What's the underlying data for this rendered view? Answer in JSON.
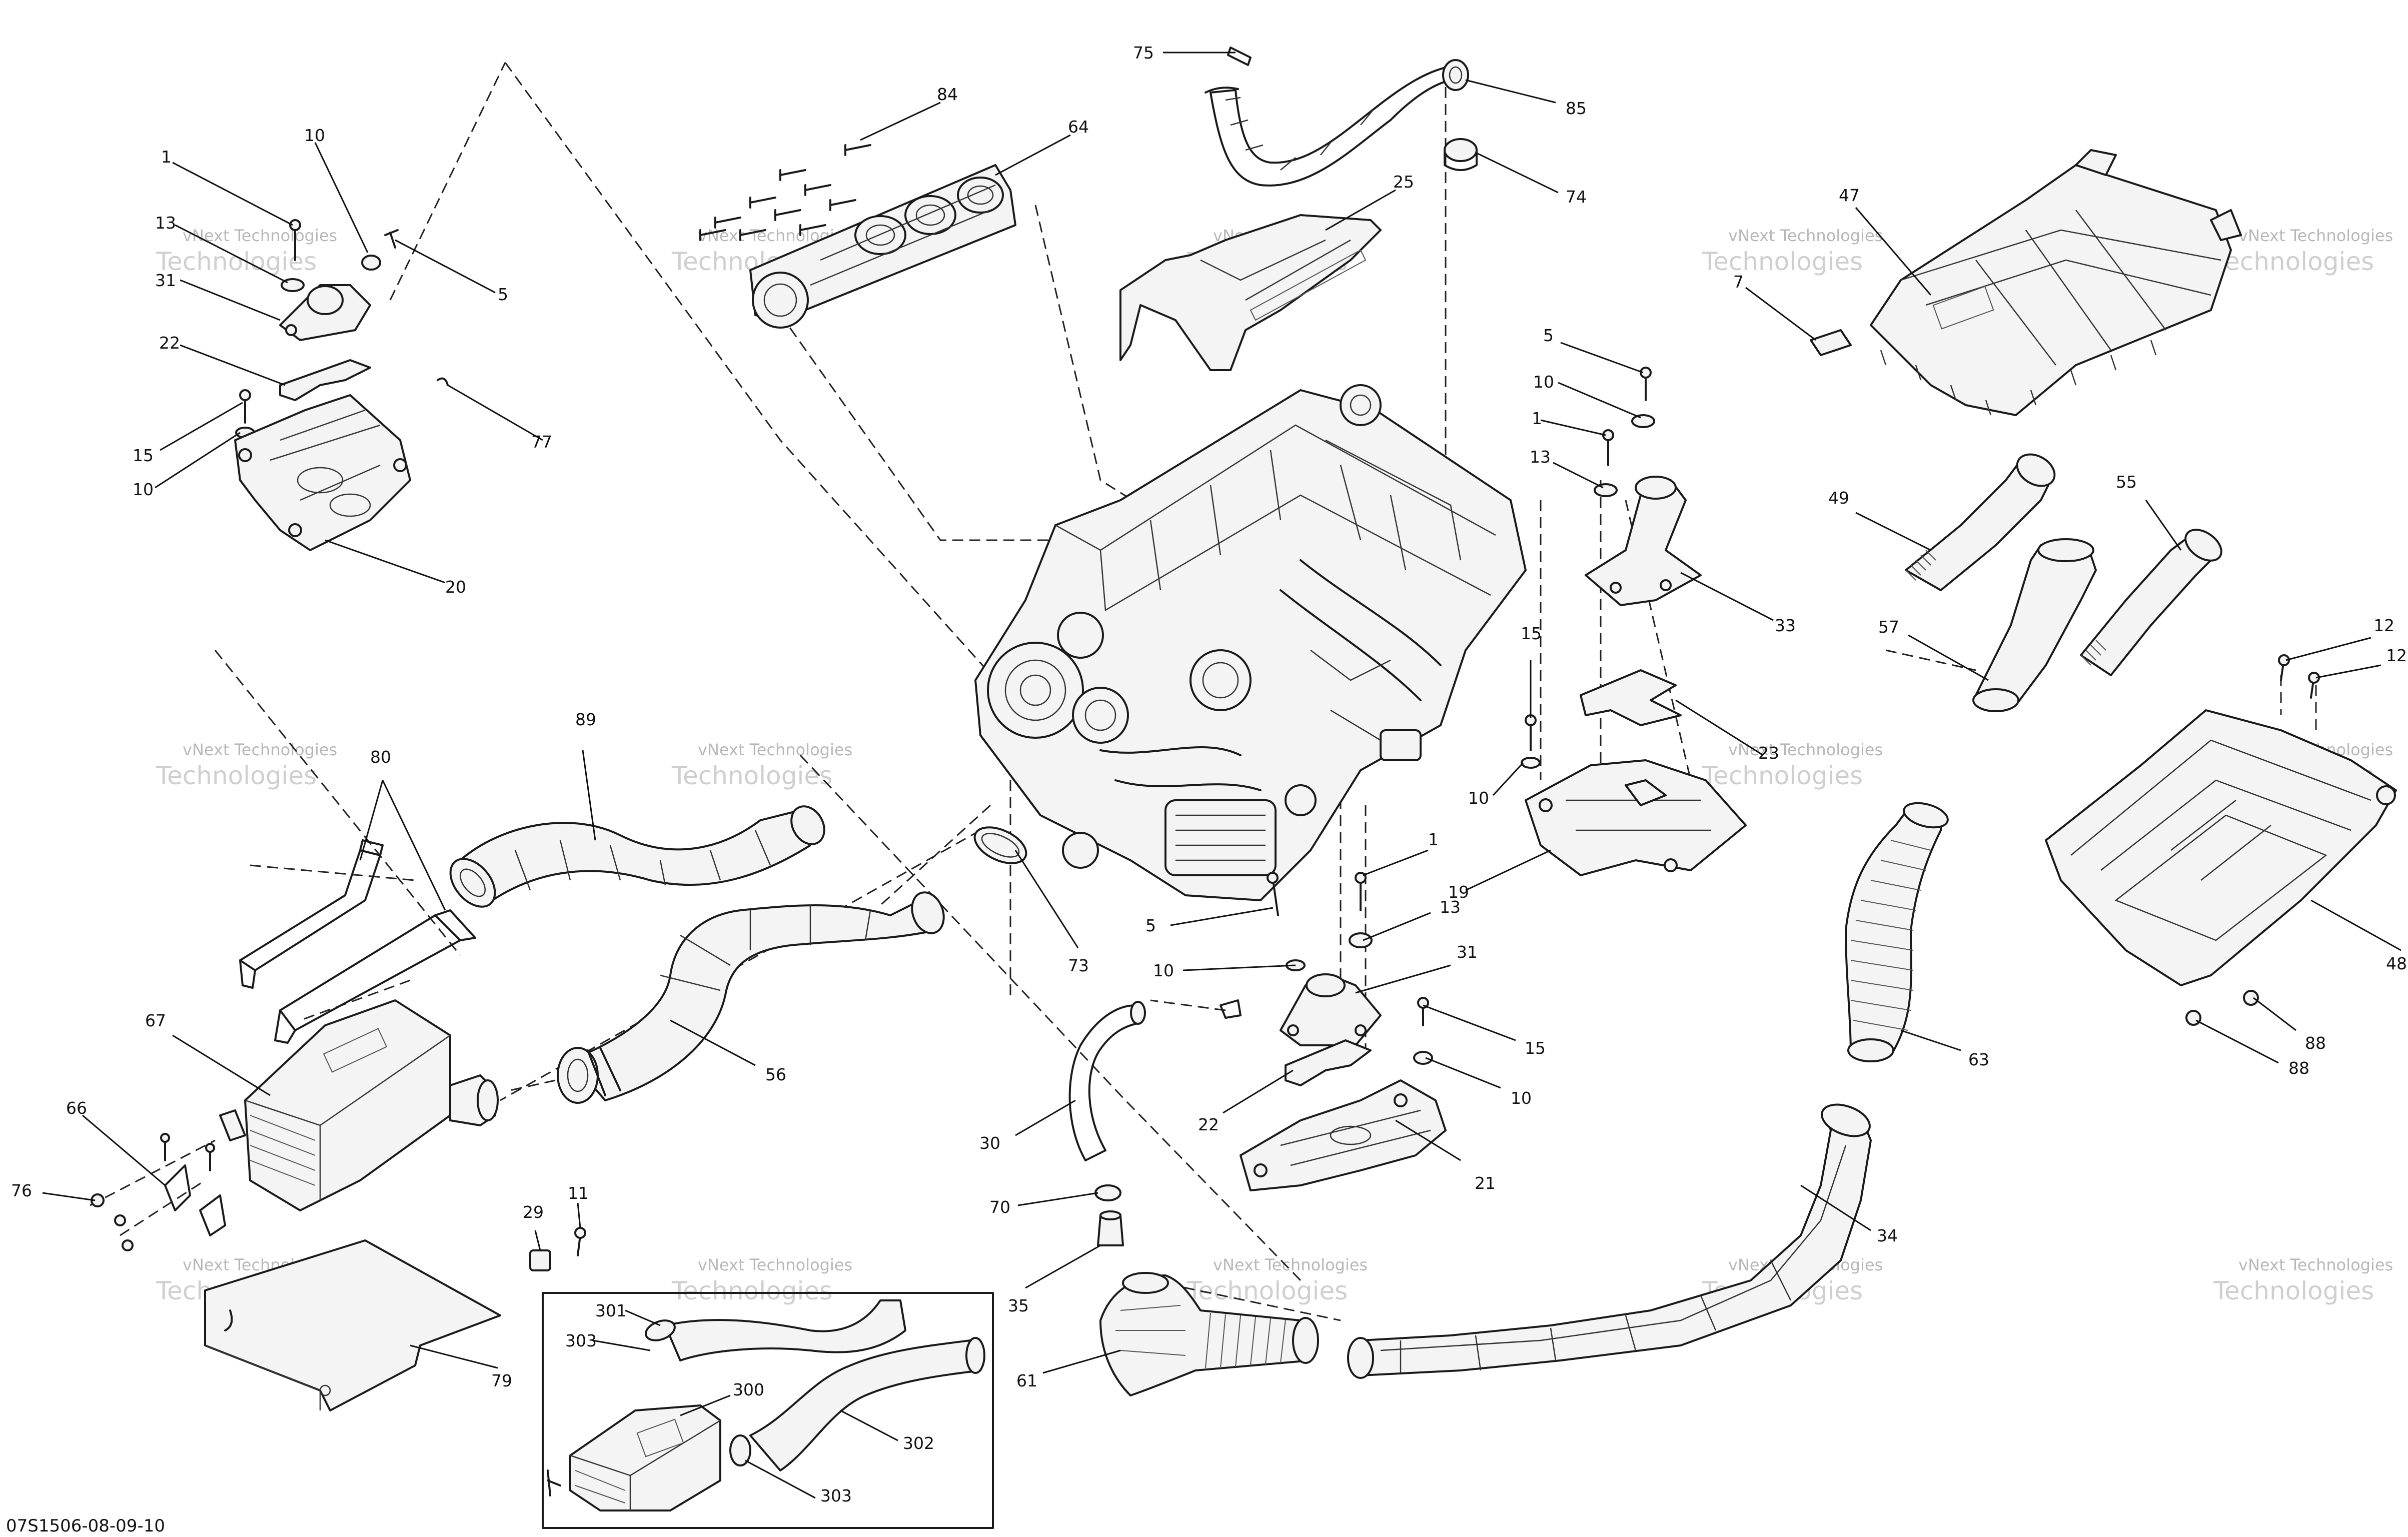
{
  "figure_code": "07S1506-08-09-10",
  "watermark": {
    "line1": "vNext Technologies",
    "line2": "Technologies"
  },
  "callouts": [
    {
      "id": "c75",
      "label": "75"
    },
    {
      "id": "c85",
      "label": "85"
    },
    {
      "id": "c74",
      "label": "74"
    },
    {
      "id": "c84",
      "label": "84"
    },
    {
      "id": "c64",
      "label": "64"
    },
    {
      "id": "c25",
      "label": "25"
    },
    {
      "id": "c1a",
      "label": "1"
    },
    {
      "id": "c10a",
      "label": "10"
    },
    {
      "id": "c13a",
      "label": "13"
    },
    {
      "id": "c31a",
      "label": "31"
    },
    {
      "id": "c5a",
      "label": "5"
    },
    {
      "id": "c22a",
      "label": "22"
    },
    {
      "id": "c77",
      "label": "77"
    },
    {
      "id": "c15a",
      "label": "15"
    },
    {
      "id": "c10b",
      "label": "10"
    },
    {
      "id": "c20",
      "label": "20"
    },
    {
      "id": "c47",
      "label": "47"
    },
    {
      "id": "c7",
      "label": "7"
    },
    {
      "id": "c5b",
      "label": "5"
    },
    {
      "id": "c10c",
      "label": "10"
    },
    {
      "id": "c1b",
      "label": "1"
    },
    {
      "id": "c13b",
      "label": "13"
    },
    {
      "id": "c33",
      "label": "33"
    },
    {
      "id": "c49",
      "label": "49"
    },
    {
      "id": "c55",
      "label": "55"
    },
    {
      "id": "c57",
      "label": "57"
    },
    {
      "id": "c12a",
      "label": "12"
    },
    {
      "id": "c12b",
      "label": "12"
    },
    {
      "id": "c15b",
      "label": "15"
    },
    {
      "id": "c23",
      "label": "23"
    },
    {
      "id": "c10d",
      "label": "10"
    },
    {
      "id": "c19",
      "label": "19"
    },
    {
      "id": "c48",
      "label": "48"
    },
    {
      "id": "c89",
      "label": "89"
    },
    {
      "id": "c80",
      "label": "80"
    },
    {
      "id": "c73",
      "label": "73"
    },
    {
      "id": "c1c",
      "label": "1"
    },
    {
      "id": "c5c",
      "label": "5"
    },
    {
      "id": "c10e",
      "label": "10"
    },
    {
      "id": "c13c",
      "label": "13"
    },
    {
      "id": "c31b",
      "label": "31"
    },
    {
      "id": "c15c",
      "label": "15"
    },
    {
      "id": "c10f",
      "label": "10"
    },
    {
      "id": "c22b",
      "label": "22"
    },
    {
      "id": "c21",
      "label": "21"
    },
    {
      "id": "c67",
      "label": "67"
    },
    {
      "id": "c56",
      "label": "56"
    },
    {
      "id": "c66",
      "label": "66"
    },
    {
      "id": "c76",
      "label": "76"
    },
    {
      "id": "c30",
      "label": "30"
    },
    {
      "id": "c63",
      "label": "63"
    },
    {
      "id": "c88a",
      "label": "88"
    },
    {
      "id": "c88b",
      "label": "88"
    },
    {
      "id": "c70",
      "label": "70"
    },
    {
      "id": "c35",
      "label": "35"
    },
    {
      "id": "c34",
      "label": "34"
    },
    {
      "id": "c29",
      "label": "29"
    },
    {
      "id": "c11",
      "label": "11"
    },
    {
      "id": "c61",
      "label": "61"
    },
    {
      "id": "c79",
      "label": "79"
    },
    {
      "id": "c301",
      "label": "301"
    },
    {
      "id": "c303a",
      "label": "303"
    },
    {
      "id": "c300",
      "label": "300"
    },
    {
      "id": "c302",
      "label": "302"
    },
    {
      "id": "c303b",
      "label": "303"
    }
  ]
}
